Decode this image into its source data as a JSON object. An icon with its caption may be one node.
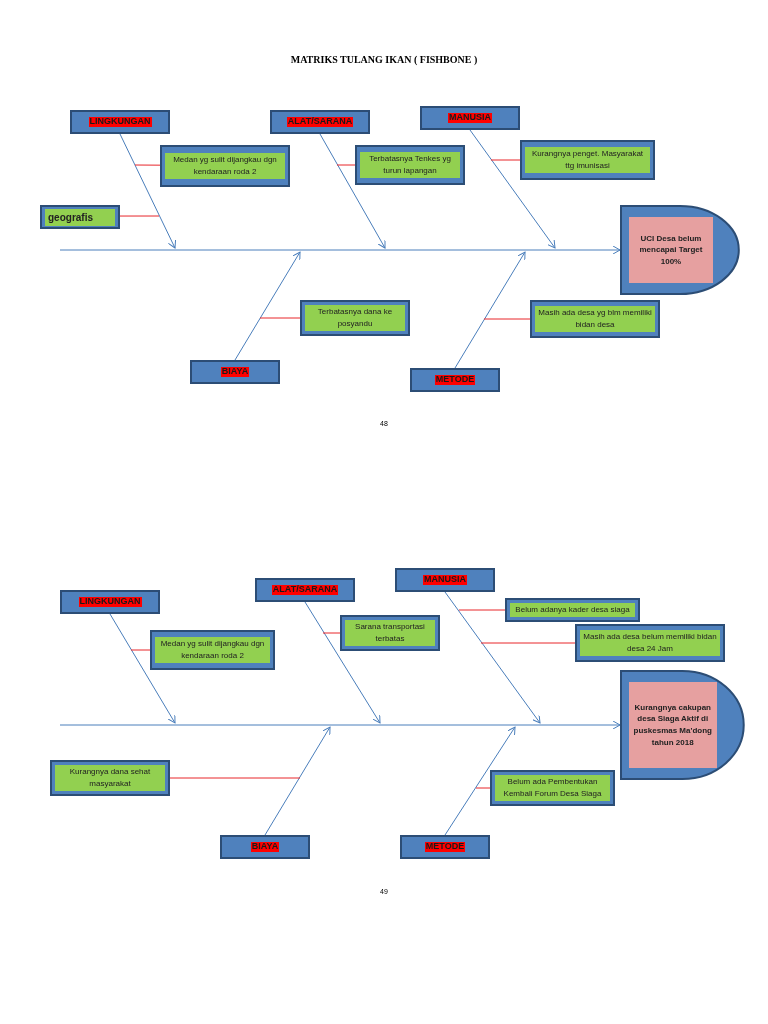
{
  "diagram": {
    "title": "MATRIKS TULANG IKAN ( FISHBONE )",
    "nodes": [
      {
        "text": [
          "LINGKUNGAN"
        ]
      },
      {
        "text": [
          "geografis"
        ]
      },
      {
        "text": [
          "Medan yg sulit dijangkau dgn kendaraan roda 2"
        ]
      },
      {
        "text": [
          "ALAT/SARANA"
        ]
      },
      {
        "text": [
          "Terbatasnya Tenkes yg turun lapangan"
        ]
      },
      {
        "text": [
          "MANUSIA"
        ]
      },
      {
        "text": [
          "Kurangnya penget. Masyarakat ttg imunisasi"
        ]
      },
      {
        "text": [
          "UCI Desa belum mencapai Target 100%"
        ]
      },
      {
        "text": [
          "BIAYA"
        ]
      },
      {
        "text": [
          "Terbatasnya dana ke posyandu"
        ]
      },
      {
        "text": [
          "METODE"
        ]
      },
      {
        "text": [
          "Masih ada desa yg blm memiliki bidan desa"
        ]
      },
      {
        "text": [
          "LINGKUNGAN"
        ]
      },
      {
        "text": [
          "Medan yg sulit dijangkau dgn kendaraan roda 2"
        ]
      },
      {
        "text": [
          "ALAT/SARANA"
        ]
      },
      {
        "text": [
          "Sarana transportasi terbatas"
        ]
      },
      {
        "text": [
          "MANUSIA"
        ]
      },
      {
        "text": [
          "Belum adanya kader desa siaga"
        ]
      },
      {
        "text": [
          "Masih ada desa belum memiliki bidan desa 24 Jam"
        ]
      },
      {
        "text": [
          "Kurangnya cakupan desa Siaga Aktif di puskesmas Ma'dong tahun 2018"
        ]
      },
      {
        "text": [
          "Kurangnya dana sehat masyarakat"
        ]
      },
      {
        "text": [
          "BIAYA"
        ]
      },
      {
        "text": [
          "METODE"
        ]
      },
      {
        "text": [
          "Belum ada Pembentukan Kembali Forum Desa Siaga"
        ]
      }
    ],
    "edges": [
      {
        "from": null,
        "to": 7,
        "arrow": "to"
      },
      {
        "from": 0,
        "to": null,
        "arrow": "to"
      },
      {
        "from": 3,
        "to": null,
        "arrow": "to"
      },
      {
        "from": 5,
        "to": null,
        "arrow": "to"
      },
      {
        "from": 8,
        "to": null,
        "arrow": "to"
      },
      {
        "from": 10,
        "to": null,
        "arrow": "to"
      },
      {
        "from": 1,
        "to": null,
        "arrow": "none",
        "color": "#e8262b"
      },
      {
        "from": 2,
        "to": null,
        "arrow": "none",
        "color": "#e8262b"
      },
      {
        "from": 4,
        "to": null,
        "arrow": "none",
        "color": "#e8262b"
      },
      {
        "from": 6,
        "to": null,
        "arrow": "none",
        "color": "#e8262b"
      },
      {
        "from": 9,
        "to": null,
        "arrow": "none",
        "color": "#e8262b"
      },
      {
        "from": 11,
        "to": null,
        "arrow": "none",
        "color": "#e8262b"
      },
      {
        "from": null,
        "to": 19,
        "arrow": "to"
      },
      {
        "from": 12,
        "to": null,
        "arrow": "to"
      },
      {
        "from": 14,
        "to": null,
        "arrow": "to"
      },
      {
        "from": 16,
        "to": null,
        "arrow": "to"
      },
      {
        "from": 21,
        "to": null,
        "arrow": "to"
      },
      {
        "from": 22,
        "to": null,
        "arrow": "to"
      },
      {
        "from": 13,
        "to": null,
        "arrow": "none",
        "color": "#e8262b"
      },
      {
        "from": 15,
        "to": null,
        "arrow": "none",
        "color": "#e8262b"
      },
      {
        "from": 17,
        "to": null,
        "arrow": "none",
        "color": "#e8262b"
      },
      {
        "from": 18,
        "to": null,
        "arrow": "none",
        "color": "#e8262b"
      },
      {
        "from": 20,
        "to": null,
        "arrow": "none",
        "color": "#e8262b"
      },
      {
        "from": 23,
        "to": null,
        "arrow": "none",
        "color": "#e8262b"
      }
    ],
    "labels": [
      "48",
      "49"
    ]
  }
}
